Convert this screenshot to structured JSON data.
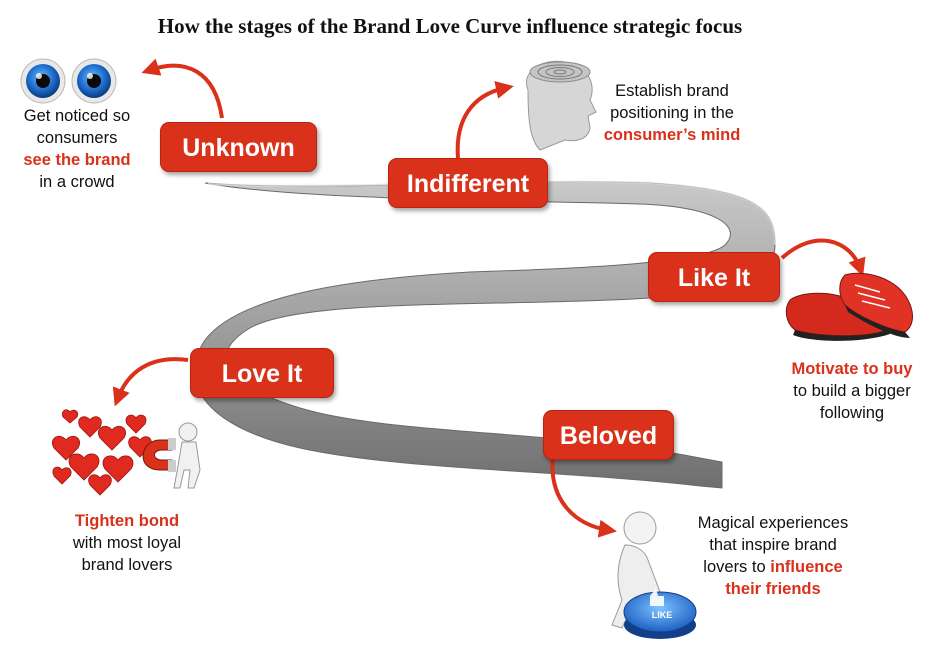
{
  "title": "How the stages of the Brand Love Curve influence strategic focus",
  "stages": [
    {
      "label": "Unknown"
    },
    {
      "label": "Indifferent"
    },
    {
      "label": "Like It"
    },
    {
      "label": "Love It"
    },
    {
      "label": "Beloved"
    }
  ],
  "captions": {
    "unknown": {
      "line1": "Get noticed so",
      "line2": "consumers",
      "highlight": "see the brand",
      "line4": "in a crowd"
    },
    "indifferent": {
      "line1": "Establish brand",
      "line2": "positioning in the",
      "highlight": "consumer’s mind"
    },
    "like": {
      "highlight": "Motivate to buy",
      "line2": "to build a bigger",
      "line3": "following"
    },
    "love": {
      "highlight": "Tighten bond",
      "line2": "with most loyal",
      "line3": "brand lovers"
    },
    "beloved": {
      "line1": "Magical experiences",
      "line2": "that inspire brand",
      "line3_prefix": "lovers to",
      "highlight_a": "influence",
      "highlight_b": "their friends"
    }
  },
  "button_text": "LIKE",
  "colors": {
    "accent": "#d9311a",
    "road": "#9a9a9a",
    "text": "#111111"
  }
}
